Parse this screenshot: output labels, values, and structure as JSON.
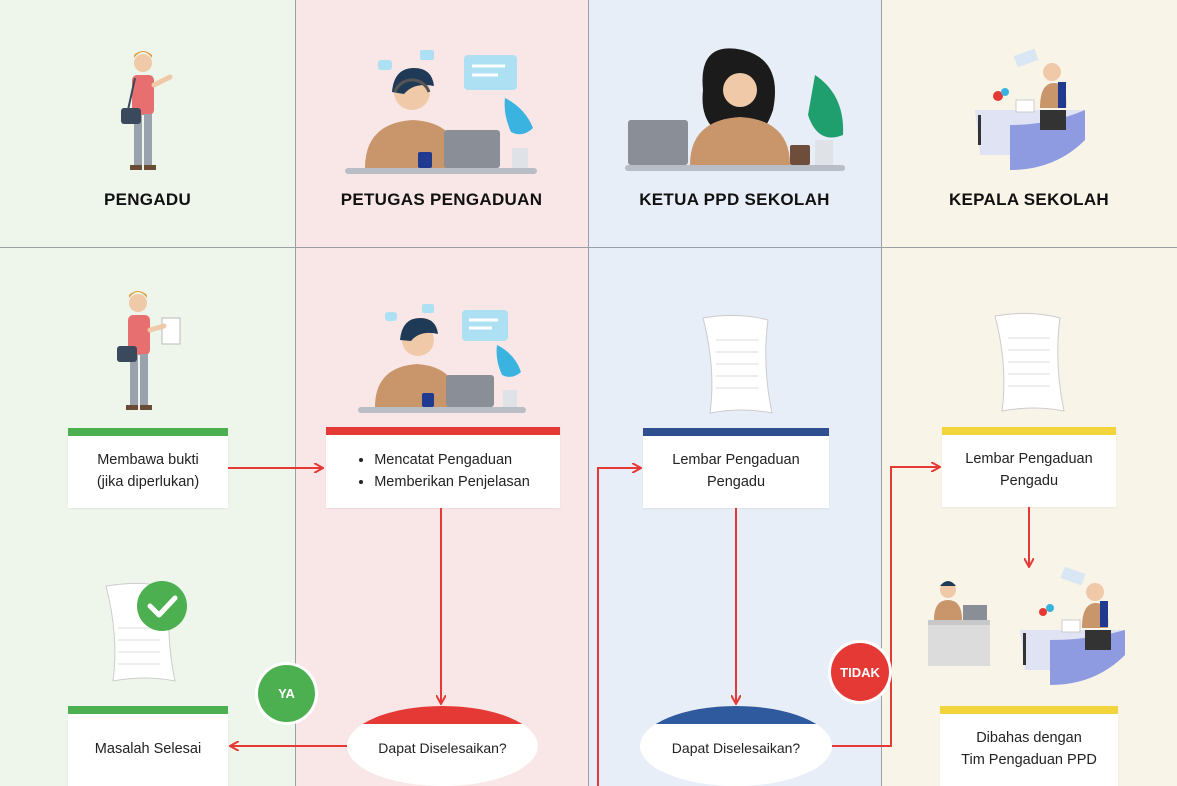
{
  "lanes": [
    {
      "title": "PENGADU",
      "color": "#eef6ec"
    },
    {
      "title": "PETUGAS PENGADUAN",
      "color": "#f9e7e8"
    },
    {
      "title": "KETUA PPD SEKOLAH",
      "color": "#e8eef7"
    },
    {
      "title": "KEPALA SEKOLAH",
      "color": "#f8f4e8"
    }
  ],
  "nodes": {
    "membawa": {
      "text": "Membawa bukti\n(jika diperlukan)",
      "color": "#4caf50"
    },
    "petugas": {
      "items": [
        "Mencatat Pengaduan",
        "Memberikan Penjelasan"
      ],
      "color": "#e53935"
    },
    "lembar_ketua": {
      "text": "Lembar Pengaduan\nPengadu",
      "color": "#2f4f8f"
    },
    "lembar_kepala": {
      "text": "Lembar Pengaduan\nPengadu",
      "color": "#f2d43d"
    },
    "selesai": {
      "text": "Masalah Selesai",
      "color": "#4caf50"
    },
    "decision1": {
      "text": "Dapat Diselesaikan?",
      "color": "#e53935"
    },
    "decision2": {
      "text": "Dapat Diselesaikan?",
      "color": "#2f5a9e"
    },
    "dibahas": {
      "text": "Dibahas dengan\nTim Pengaduan PPD",
      "color": "#f2d43d"
    }
  },
  "badges": {
    "ya": {
      "text": "YA",
      "color": "#4caf50"
    },
    "tidak": {
      "text": "TIDAK",
      "color": "#e53935"
    }
  },
  "arrow_color": "#e53935"
}
